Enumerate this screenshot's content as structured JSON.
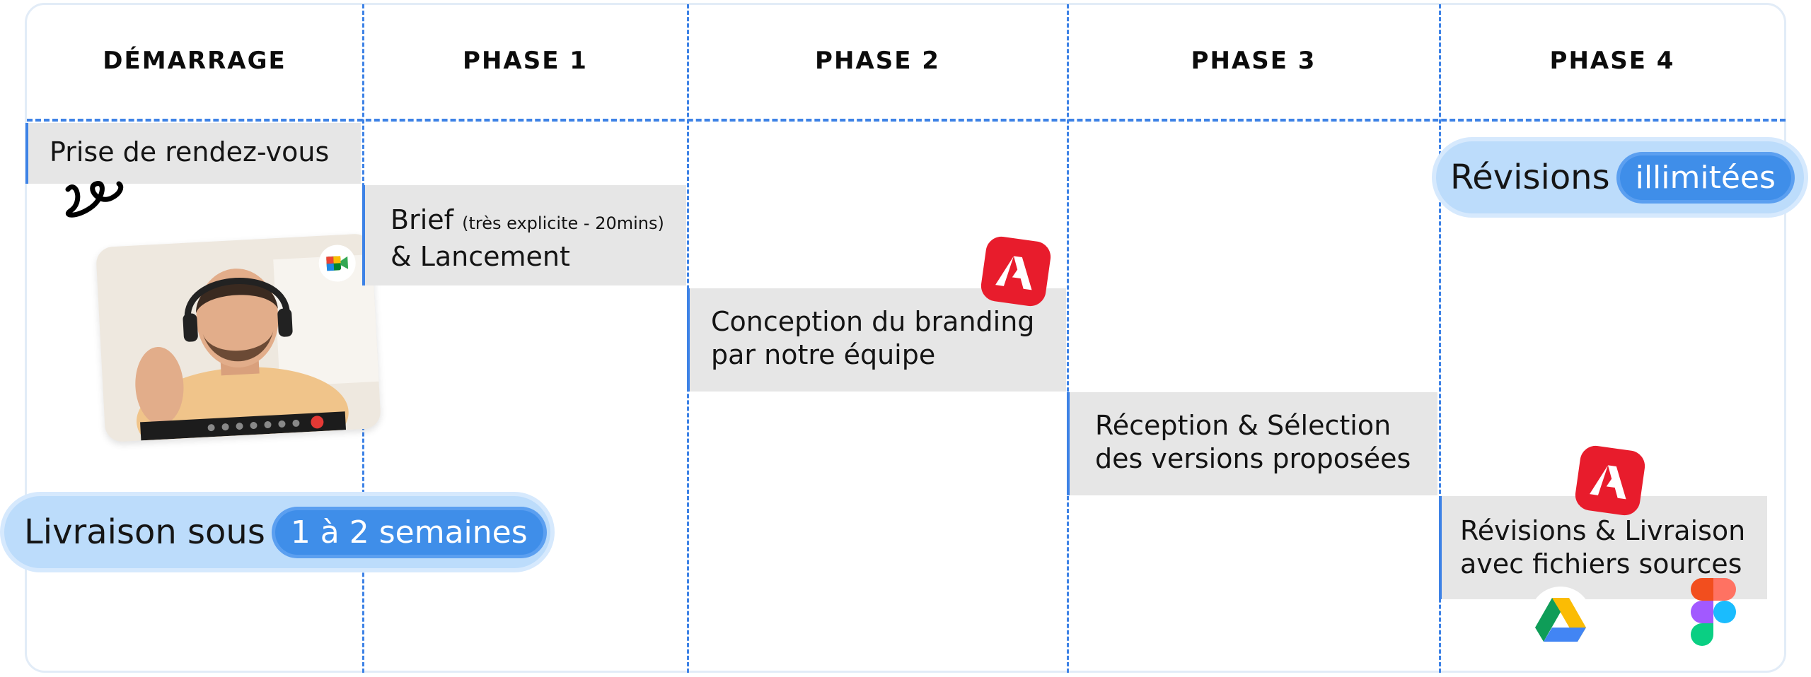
{
  "phases": [
    "DÉMARRAGE",
    "PHASE 1",
    "PHASE 2",
    "PHASE 3",
    "PHASE 4"
  ],
  "steps": {
    "prise": "Prise de rendez-vous",
    "brief_main": "Brief",
    "brief_note": "(très explicite - 20mins)",
    "brief_line2": "& Lancement",
    "conception_line1": "Conception du branding",
    "conception_line2": "par notre équipe",
    "reception_line1": "Réception & Sélection",
    "reception_line2": "des versions proposées",
    "livraison_line1": "Révisions & Livraison",
    "livraison_line2": "avec fichiers sources"
  },
  "pills": {
    "delivery_label": "Livraison sous",
    "delivery_badge": "1 à 2 semaines",
    "revisions_label": "Révisions",
    "revisions_badge": "illimitées"
  },
  "icons": {
    "meet": "google-meet-icon",
    "adobe": "adobe-icon",
    "drive": "google-drive-icon",
    "figma": "figma-icon",
    "scribble": "scribble-icon"
  },
  "colors": {
    "accent": "#3d82e6",
    "step_bg": "#e6e6e6",
    "pill_bg": "#bcdcfb",
    "badge_bg": "#3f8ee9",
    "adobe_red": "#e81c2c"
  }
}
